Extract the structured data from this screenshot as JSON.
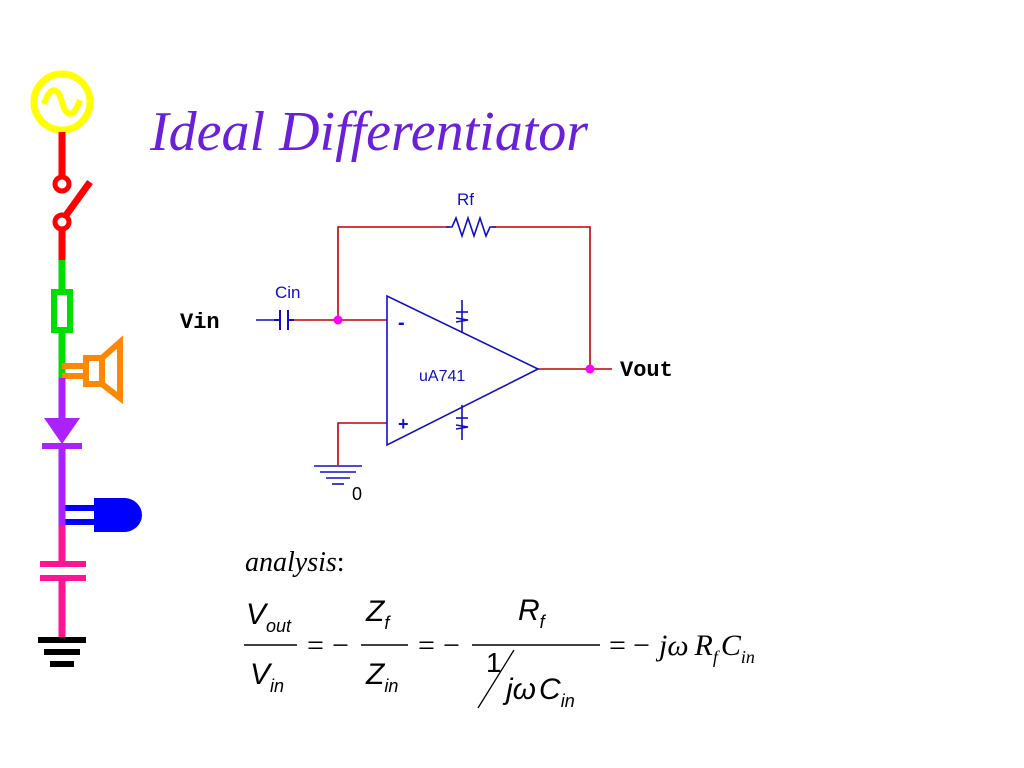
{
  "slide": {
    "title": "Ideal Differentiator",
    "analysis_label": "analysis",
    "analysis_colon": ":"
  },
  "circuit": {
    "vin_label": "Vin",
    "vout_label": "Vout",
    "cin_label": "Cin",
    "rf_label": "Rf",
    "opamp_label": "uA741",
    "minus_label": "-",
    "plus_label": "+",
    "ground_label": "0",
    "wire_color": "#c00000",
    "component_color": "#1010c0",
    "node_color": "#ff00ff"
  },
  "equation": {
    "t1_num": "V",
    "t1_num_sub": "out",
    "t1_den": "V",
    "t1_den_sub": "in",
    "eq": "=",
    "minus": "−",
    "t2_num": "Z",
    "t2_num_sub": "f",
    "t2_den": "Z",
    "t2_den_sub": "in",
    "t3_num": "R",
    "t3_num_sub": "f",
    "t3_one": "1",
    "t3_den_j": "j",
    "t3_den_omega": "ω",
    "t3_den_c": "C",
    "t3_den_c_sub": "in",
    "res_j": "j",
    "res_omega": "ω",
    "res_r": "R",
    "res_r_sub": "f",
    "res_c": "C",
    "res_c_sub": "in"
  },
  "decor": {
    "colors": [
      "#ffff00",
      "#ff0000",
      "#00dd00",
      "#ff8800",
      "#aa22ff",
      "#0000ff",
      "#ff1493",
      "#000000"
    ]
  }
}
